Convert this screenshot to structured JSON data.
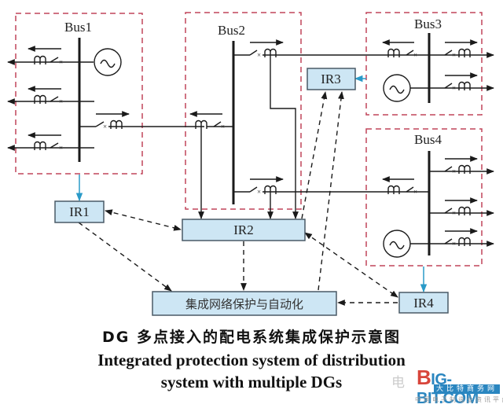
{
  "buses": [
    {
      "id": "bus1",
      "label": "Bus1"
    },
    {
      "id": "bus2",
      "label": "Bus2"
    },
    {
      "id": "bus3",
      "label": "Bus3"
    },
    {
      "id": "bus4",
      "label": "Bus4"
    }
  ],
  "relays": [
    {
      "id": "ir1",
      "label": "IR1"
    },
    {
      "id": "ir2",
      "label": "IR2"
    },
    {
      "id": "ir3",
      "label": "IR3"
    },
    {
      "id": "ir4",
      "label": "IR4"
    }
  ],
  "center": {
    "label": "集成网络保护与自动化"
  },
  "caption": {
    "title_cn": "DG 多点接入的配电系统集成保护示意图",
    "title_en_line1": "Integrated protection system of distribution",
    "title_en_line2": "system with multiple DGs"
  },
  "watermark": {
    "logo_b": "B",
    "logo_text": "IG-BIT.COM",
    "bar_text": "大比特商务网",
    "sub_text": "中国电子制造业资讯平台",
    "ghost_text": "电"
  },
  "colors": {
    "zone_border": "#c0455a",
    "relay_fill": "#cde6f4",
    "relay_border": "#4a5a66",
    "blue_link": "#2a9ac8",
    "line": "#1a1a1a"
  }
}
